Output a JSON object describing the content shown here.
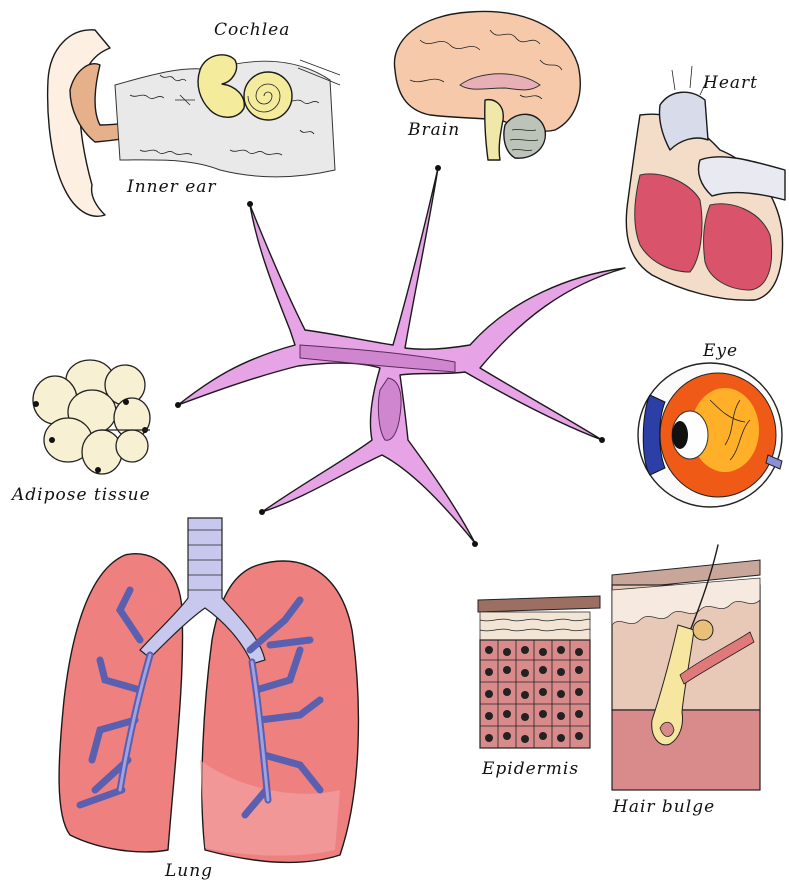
{
  "labels": {
    "cochlea": "Cochlea",
    "inner_ear": "Inner ear",
    "brain": "Brain",
    "heart": "Heart",
    "eye": "Eye",
    "adipose": "Adipose tissue",
    "lung": "Lung",
    "epidermis": "Epidermis",
    "hair_bulge": "Hair bulge"
  },
  "colors": {
    "cell": "#e6a4e6",
    "cell_nucleus": "#cf86cf",
    "lung": "#ee8080",
    "airway": "#8d8fd6",
    "trachea": "#c8c8ee",
    "fat": "#f8f0d2",
    "brain": "#f5c9aa",
    "heart": "#d9536a",
    "eye_iris": "#2c3fa6",
    "eye_retina": "#f05a17",
    "skin": "#e8c9b7",
    "dermis": "#d98b8b",
    "ear_canal": "#e6b08a",
    "cochlea": "#f4ec9c"
  }
}
